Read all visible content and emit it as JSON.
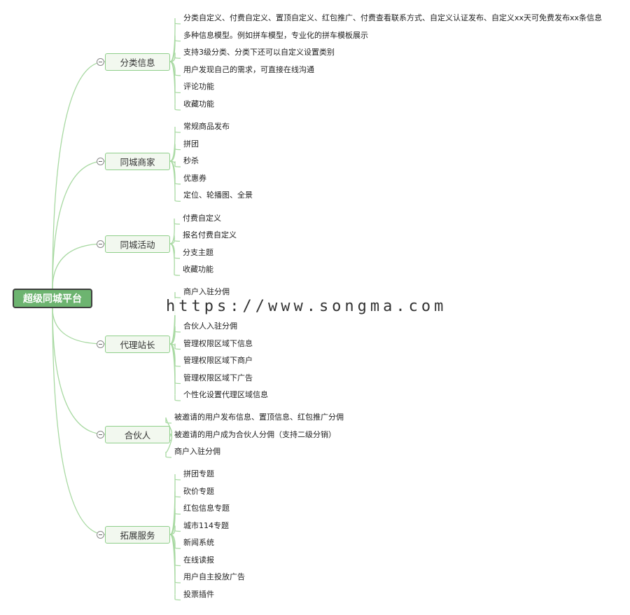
{
  "root": {
    "label": "超级同城平台"
  },
  "branches": [
    {
      "label": "分类信息",
      "leaves": [
        "分类自定义、付费自定义、置顶自定义、红包推广、付费查看联系方式、自定义认证发布、自定义xx天可免费发布xx条信息",
        "多种信息模型。例如拼车模型，专业化的拼车模板展示",
        "支持3级分类、分类下还可以自定义设置类别",
        "用户发现自己的需求，可直接在线沟通",
        "评论功能",
        "收藏功能"
      ]
    },
    {
      "label": "同城商家",
      "leaves": [
        "常规商品发布",
        "拼团",
        "秒杀",
        "优惠券",
        "定位、轮播图、全景"
      ]
    },
    {
      "label": "同城活动",
      "leaves": [
        "付费自定义",
        "报名付费自定义",
        "分支主题",
        "收藏功能"
      ]
    },
    {
      "label": "代理站长",
      "leaves": [
        "商户入驻分佣",
        "",
        "合伙人入驻分佣",
        "管理权限区域下信息",
        "管理权限区域下商户",
        "管理权限区域下广告",
        "个性化设置代理区域信息"
      ]
    },
    {
      "label": "合伙人",
      "leaves": [
        "被邀请的用户发布信息、置顶信息、红包推广分佣",
        "被邀请的用户成为合伙人分佣（支持二级分销）",
        "商户入驻分佣"
      ]
    },
    {
      "label": "拓展服务",
      "leaves": [
        "拼团专题",
        "砍价专题",
        "红包信息专题",
        "城市114专题",
        "新闻系统",
        "在线读报",
        "用户自主投放广告",
        "投票插件"
      ]
    }
  ],
  "watermark": "https://www.songma.com",
  "colors": {
    "root_fill": "#6db470",
    "branch_border": "#8fcf8a",
    "line": "#a8d9a2"
  }
}
